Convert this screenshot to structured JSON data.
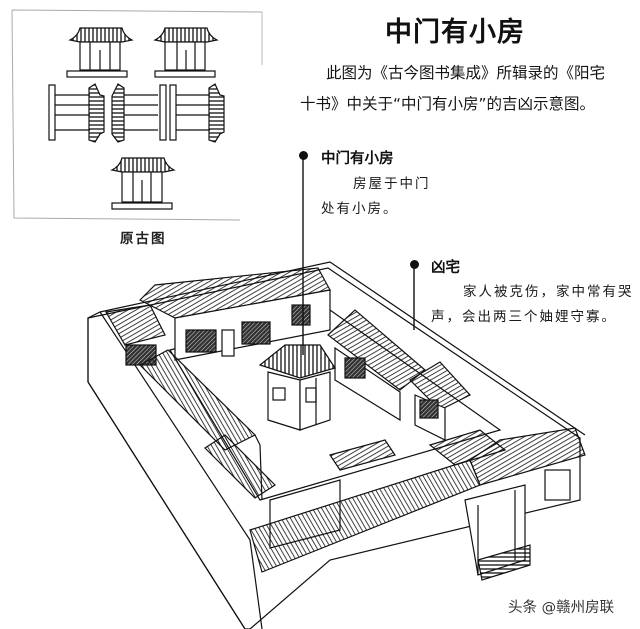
{
  "page": {
    "title": "中门有小房",
    "intro": {
      "line1": "此图为《古今图书集成》所辑录的《阳宅",
      "line2": "十书》中关于“中门有小房”的吉凶示意图。"
    }
  },
  "original_figure": {
    "caption": "原古图",
    "description": "Ancient line drawing: five small gate/house elevations arranged around a central axis"
  },
  "annotations": [
    {
      "title": "中门有小房",
      "body_line1": "房屋于中门",
      "body_line2": "处有小房。"
    },
    {
      "title": "凶宅",
      "body_line1": "家人被克伤，家中常有哭",
      "body_line2": "声，会出两三个妯娌守寡。"
    }
  ],
  "illustration": {
    "description": "Isometric line drawing of a walled courtyard house (siheyuan) with a small house standing in the middle of the courtyard at the central gate"
  },
  "watermark": "头条 @赣州房联",
  "colors": {
    "ink": "#111111",
    "paper": "#ffffff",
    "frame": "#9a9a9a"
  }
}
